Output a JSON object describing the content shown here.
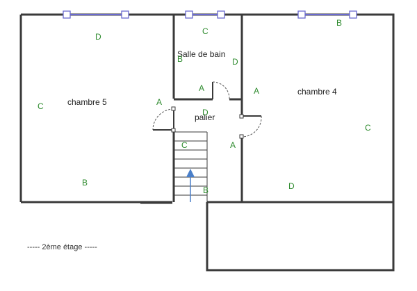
{
  "rooms": {
    "chambre5": "chambre 5",
    "salle_de_bain": "Salle de bain",
    "palier": "palier",
    "chambre4": "chambre 4"
  },
  "markers": {
    "chambre5": [
      "D",
      "C",
      "A",
      "B"
    ],
    "salle_de_bain": [
      "C",
      "B",
      "D",
      "A"
    ],
    "palier": [
      "D",
      "C",
      "A",
      "B"
    ],
    "chambre4": [
      "B",
      "A",
      "C",
      "D"
    ]
  },
  "legend": "----- 2ème étage -----",
  "colors": {
    "walls": "#3a3a3a",
    "windows": "#6a6acf",
    "markers": "#2e8b2e",
    "stair_arrow": "#4a7fc9"
  }
}
